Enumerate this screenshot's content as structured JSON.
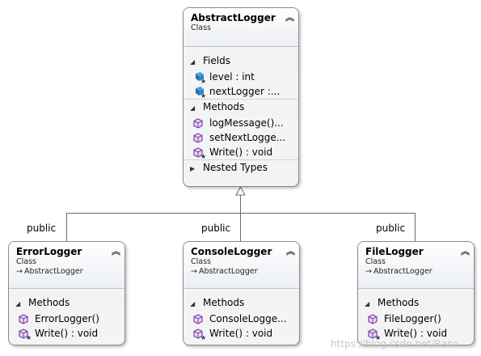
{
  "classes": {
    "abstract": {
      "name": "AbstractLogger",
      "stereotype": "Class",
      "sections": {
        "fields": "Fields",
        "methods": "Methods",
        "nested": "Nested Types"
      },
      "fields": [
        "level : int",
        "nextLogger :..."
      ],
      "methods": [
        "logMessage()...",
        "setNextLogge...",
        "Write() : void"
      ]
    },
    "error": {
      "name": "ErrorLogger",
      "stereotype": "Class",
      "base": "AbstractLogger",
      "section": "Methods",
      "methods": [
        "ErrorLogger()",
        "Write() : void"
      ]
    },
    "console": {
      "name": "ConsoleLogger",
      "stereotype": "Class",
      "base": "AbstractLogger",
      "section": "Methods",
      "methods": [
        "ConsoleLogge...",
        "Write() : void"
      ]
    },
    "file": {
      "name": "FileLogger",
      "stereotype": "Class",
      "base": "AbstractLogger",
      "section": "Methods",
      "methods": [
        "FileLogger()",
        "Write() : void"
      ]
    }
  },
  "labels": {
    "public_left": "public",
    "public_center": "public",
    "public_right": "public"
  },
  "watermark": "https://blog.csdn.net/Rano..."
}
